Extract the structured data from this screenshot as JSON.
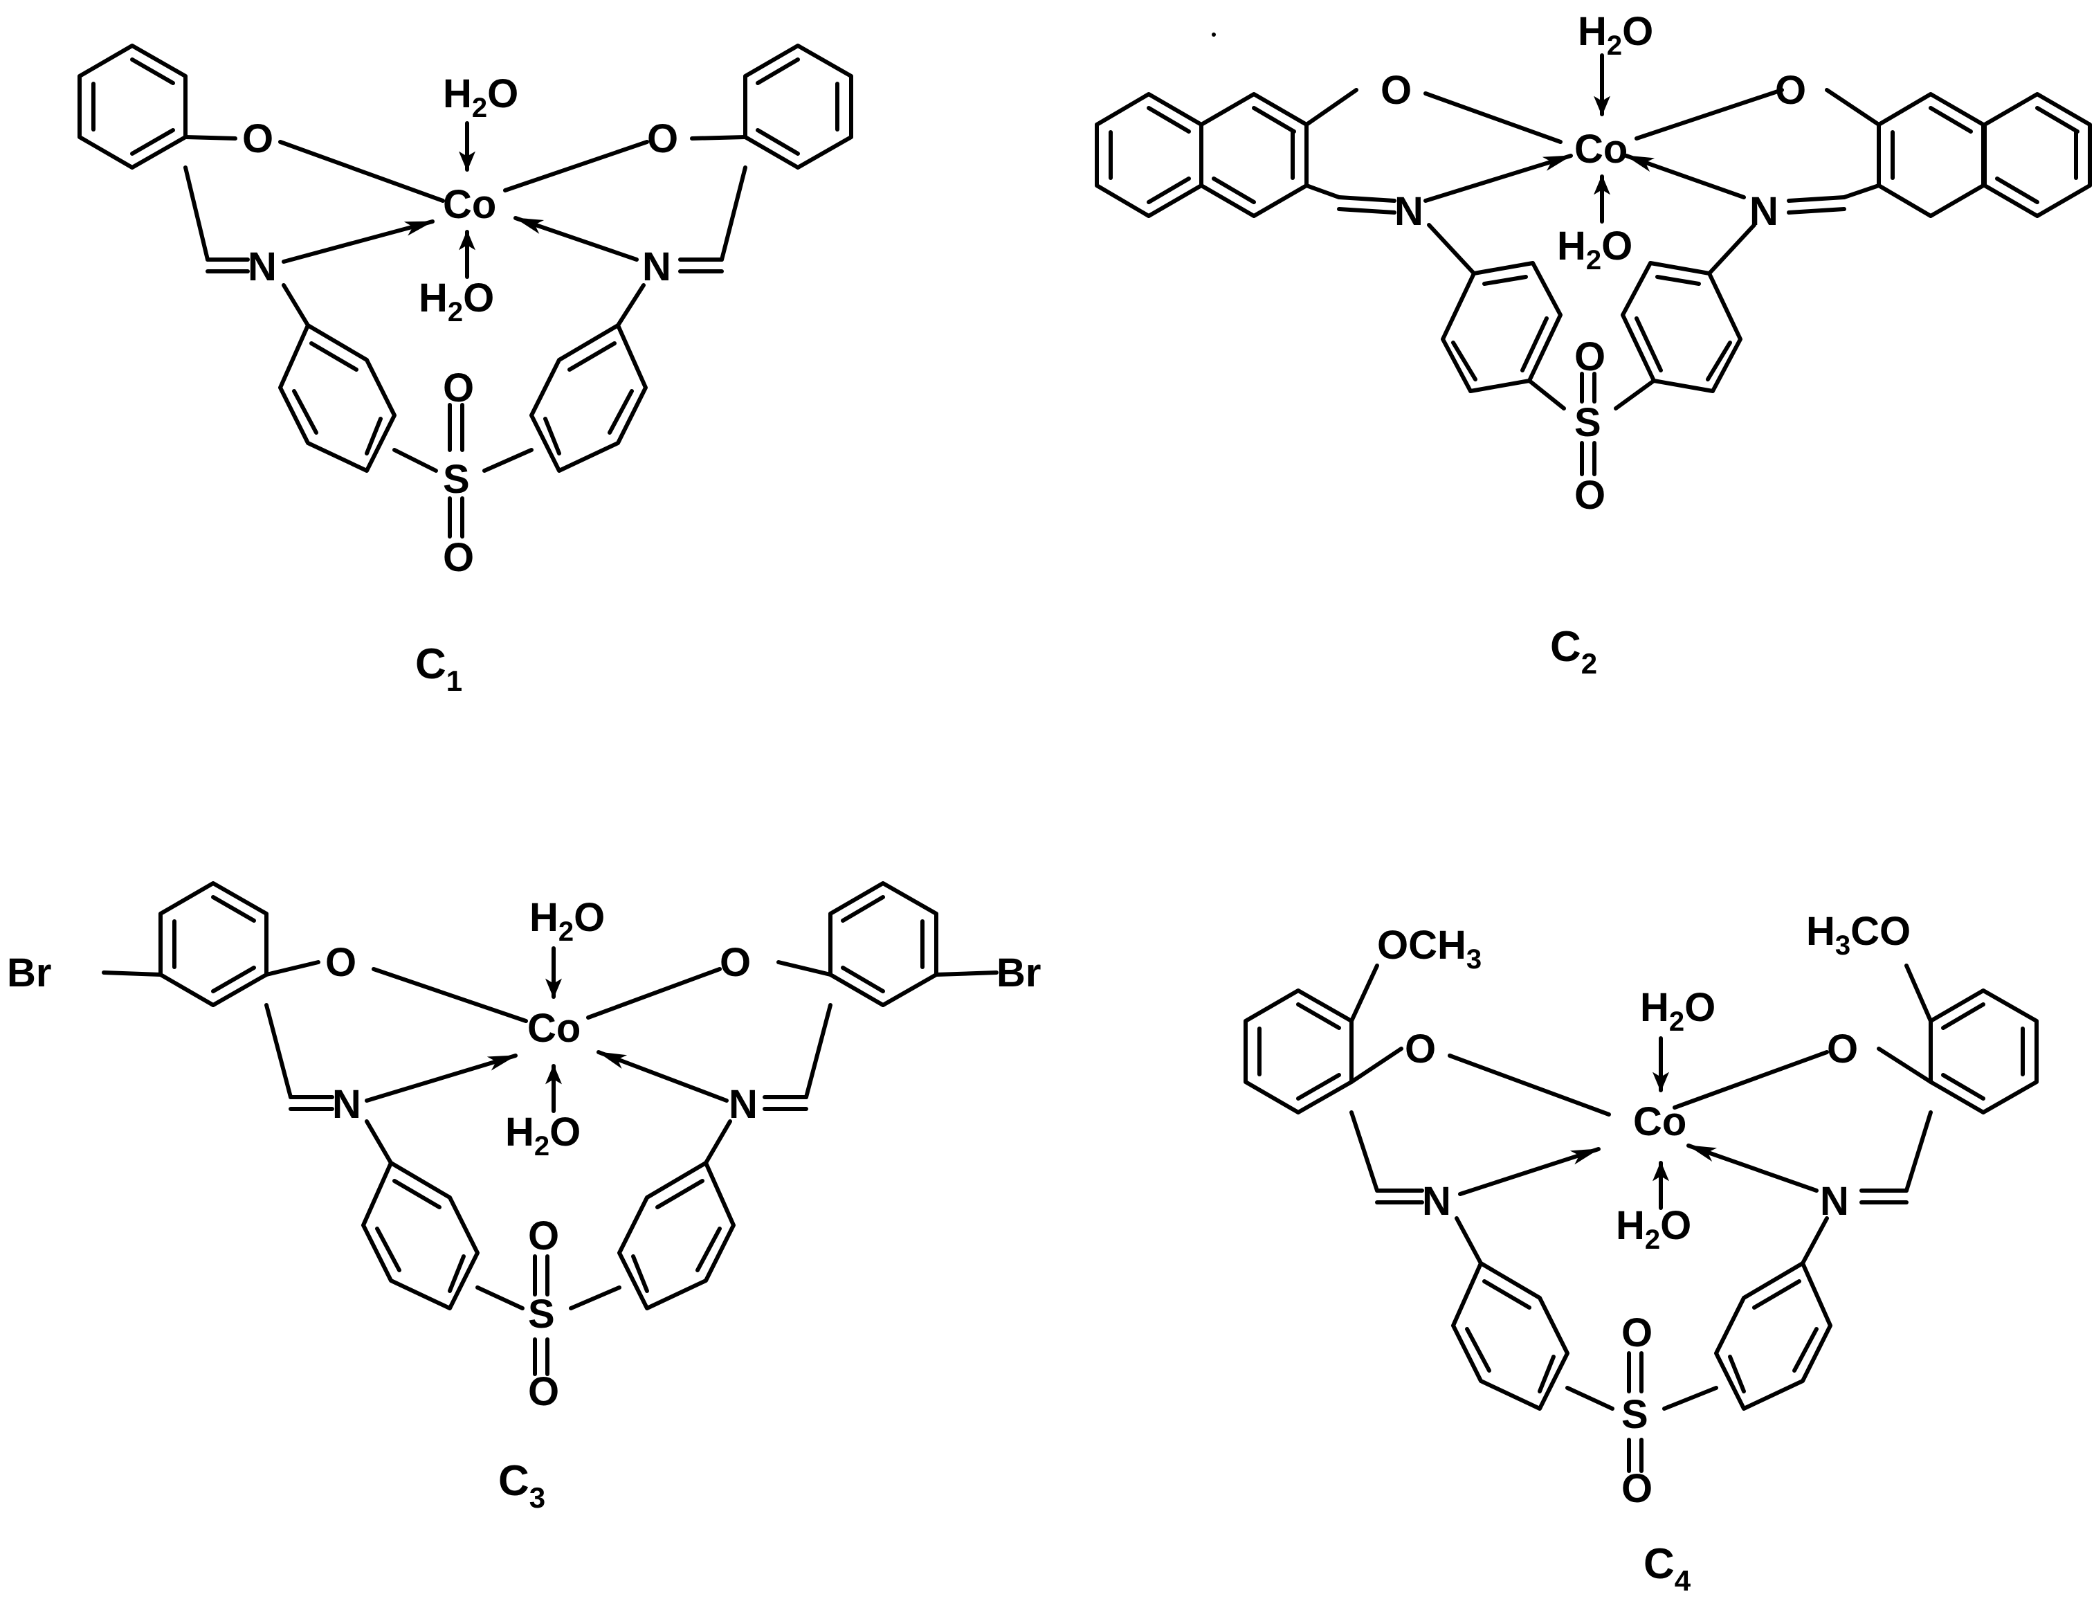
{
  "structures": [
    {
      "label_main": "C",
      "label_sub": "1",
      "metal": "Co",
      "water_top": {
        "h": "H",
        "sub": "2",
        "o": "O"
      },
      "water_bottom": {
        "h": "H",
        "sub": "2",
        "o": "O"
      },
      "ligand_left": {
        "phenoxide_o": "O",
        "imine_n": "N",
        "substituent": ""
      },
      "ligand_right": {
        "phenoxide_o": "O",
        "imine_n": "N",
        "substituent": ""
      },
      "sulfone": {
        "s": "S",
        "o_top": "O",
        "o_bottom": "O"
      }
    },
    {
      "label_main": "C",
      "label_sub": "2",
      "metal": "Co",
      "water_top": {
        "h": "H",
        "sub": "2",
        "o": "O"
      },
      "water_bottom": {
        "h": "H",
        "sub": "2",
        "o": "O"
      },
      "ligand_left": {
        "phenoxide_o": "O",
        "imine_n": "N",
        "substituent": ""
      },
      "ligand_right": {
        "phenoxide_o": "O",
        "imine_n": "N",
        "substituent": ""
      },
      "sulfone": {
        "s": "S",
        "o_top": "O",
        "o_bottom": "O"
      }
    },
    {
      "label_main": "C",
      "label_sub": "3",
      "metal": "Co",
      "water_top": {
        "h": "H",
        "sub": "2",
        "o": "O"
      },
      "water_bottom": {
        "h": "H",
        "sub": "2",
        "o": "O"
      },
      "ligand_left": {
        "phenoxide_o": "O",
        "imine_n": "N",
        "substituent": "Br"
      },
      "ligand_right": {
        "phenoxide_o": "O",
        "imine_n": "N",
        "substituent": "Br"
      },
      "sulfone": {
        "s": "S",
        "o_top": "O",
        "o_bottom": "O"
      }
    },
    {
      "label_main": "C",
      "label_sub": "4",
      "metal": "Co",
      "water_top": {
        "h": "H",
        "sub": "2",
        "o": "O"
      },
      "water_bottom": {
        "h": "H",
        "sub": "2",
        "o": "O"
      },
      "ligand_left": {
        "phenoxide_o": "O",
        "imine_n": "N",
        "substituent": "OCH",
        "substituent_sub": "3"
      },
      "ligand_right": {
        "phenoxide_o": "O",
        "imine_n": "N",
        "substituent": "CO",
        "substituent_pre": "H",
        "substituent_sub": "3"
      },
      "sulfone": {
        "s": "S",
        "o_top": "O",
        "o_bottom": "O"
      }
    }
  ],
  "colors": {
    "ink": "#000000",
    "background": "#ffffff"
  }
}
